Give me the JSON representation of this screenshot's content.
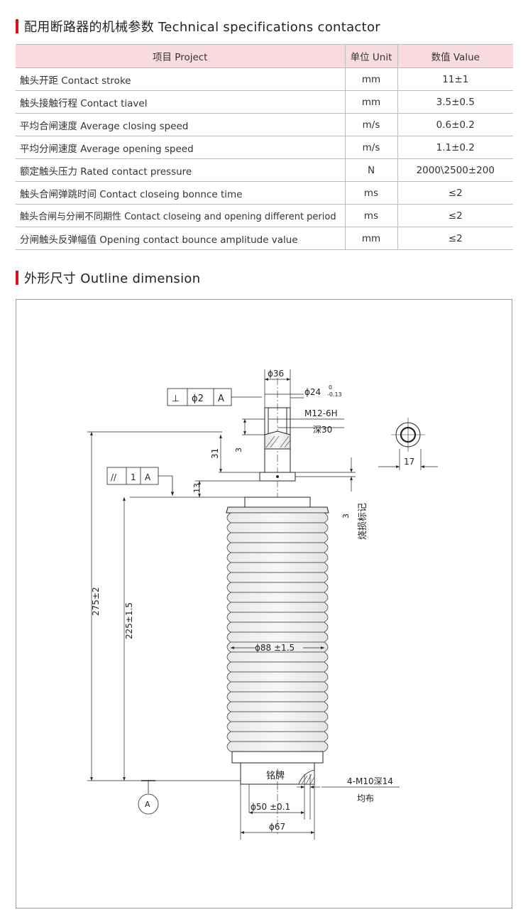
{
  "section1": {
    "title": "配用断路器的机械参数 Technical specifications contactor"
  },
  "table": {
    "headers": {
      "item": "项目 Project",
      "unit": "单位 Unit",
      "value": "数值 Value"
    },
    "rows": [
      {
        "item": "触头开距 Contact stroke",
        "unit": "mm",
        "value": "11±1"
      },
      {
        "item": "触头接触行程 Contact tiavel",
        "unit": "mm",
        "value": "3.5±0.5"
      },
      {
        "item": "平均合闸速度 Average closing speed",
        "unit": "m/s",
        "value": "0.6±0.2"
      },
      {
        "item": "平均分闸速度 Average opening speed",
        "unit": "m/s",
        "value": "1.1±0.2"
      },
      {
        "item": "额定触头压力 Rated contact pressure",
        "unit": "N",
        "value": "2000\\2500±200"
      },
      {
        "item": "触头合闸弹跳时间 Contact closeing bonnce time",
        "unit": "ms",
        "value": "≤2"
      },
      {
        "item": "触头合闸与分闸不同期性 Contact closeing and opening different period",
        "unit": "ms",
        "value": "≤2"
      },
      {
        "item": "分闸触头反弹幅值 Opening contact bounce amplitude value",
        "unit": "mm",
        "value": "≤2"
      }
    ]
  },
  "section2": {
    "title": "外形尺寸 Outline dimension"
  },
  "drawing": {
    "dim_top_dia": "ϕ36",
    "dim_shaft_dia": "ϕ24",
    "dim_shaft_tol_upper": "0",
    "dim_shaft_tol_lower": "-0.13",
    "thread": "M12-6H",
    "thread_depth": "深30",
    "perp_symbol": "⊥",
    "perp_value": "ϕ2",
    "perp_datum": "A",
    "par_symbol": "//",
    "par_value": "1",
    "par_datum": "A",
    "dim_3_top": "3",
    "dim_31": "31",
    "dim_13": "13",
    "dim_3_right": "3",
    "mark_label": "烧损标记",
    "section_width": "17",
    "dim_275": "275±2",
    "dim_225": "225±1.5",
    "dim_body_dia": "ϕ88 ±1.5",
    "nameplate": "铭牌",
    "bolt_spec": "4-M10深14",
    "bolt_dist": "均布",
    "dim_bolt_circle": "ϕ50 ±0.1",
    "dim_bottom_dia": "ϕ67",
    "datum_label": "A"
  }
}
